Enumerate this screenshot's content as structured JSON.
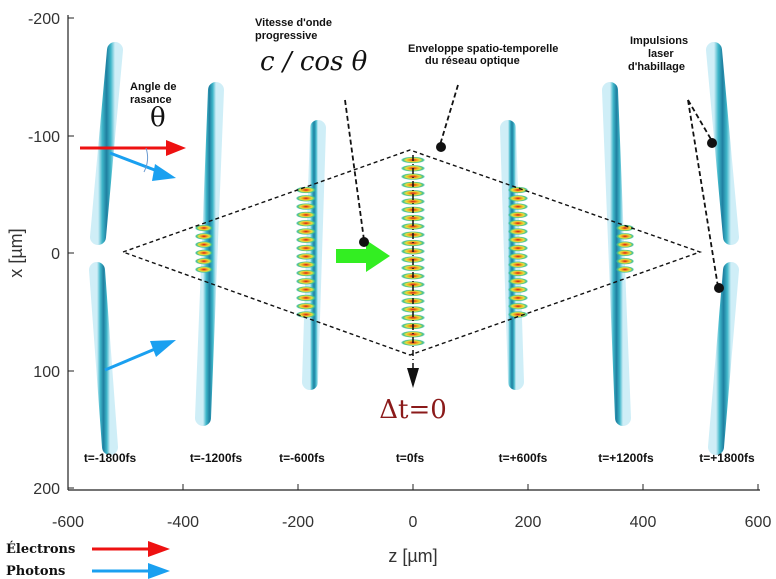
{
  "axes": {
    "xlabel": "z [µm]",
    "ylabel": "x [µm]",
    "xticks": [
      "-600",
      "-400",
      "-200",
      "0",
      "200",
      "400",
      "600"
    ],
    "yticks": [
      "-200",
      "-100",
      "0",
      "100",
      "200"
    ]
  },
  "time_labels": [
    "t=-1800fs",
    "t=-1200fs",
    "t=-600fs",
    "t=0fs",
    "t=+600fs",
    "t=+1200fs",
    "t=+1800fs"
  ],
  "annotations": {
    "grazing_angle_line1": "Angle de",
    "grazing_angle_line2": "rasance",
    "theta": "θ",
    "velocity_line1": "Vitesse d'onde",
    "velocity_line2": "progressive",
    "velocity_formula": "c / cos θ",
    "envelope_line1": "Enveloppe spatio-temporelle",
    "envelope_line2": "du réseau optique",
    "pulses_line1": "Impulsions",
    "pulses_line2": "laser",
    "pulses_line3": "d'habillage",
    "delta_t": "Δt=0"
  },
  "legend": {
    "electrons": "Électrons",
    "photons": "Photons"
  },
  "colors": {
    "electron_arrow": "#ee1111",
    "photon_arrow": "#1aa0f0",
    "propagation_arrow": "#33ee22",
    "delta_t_text": "#8b1a1a"
  }
}
